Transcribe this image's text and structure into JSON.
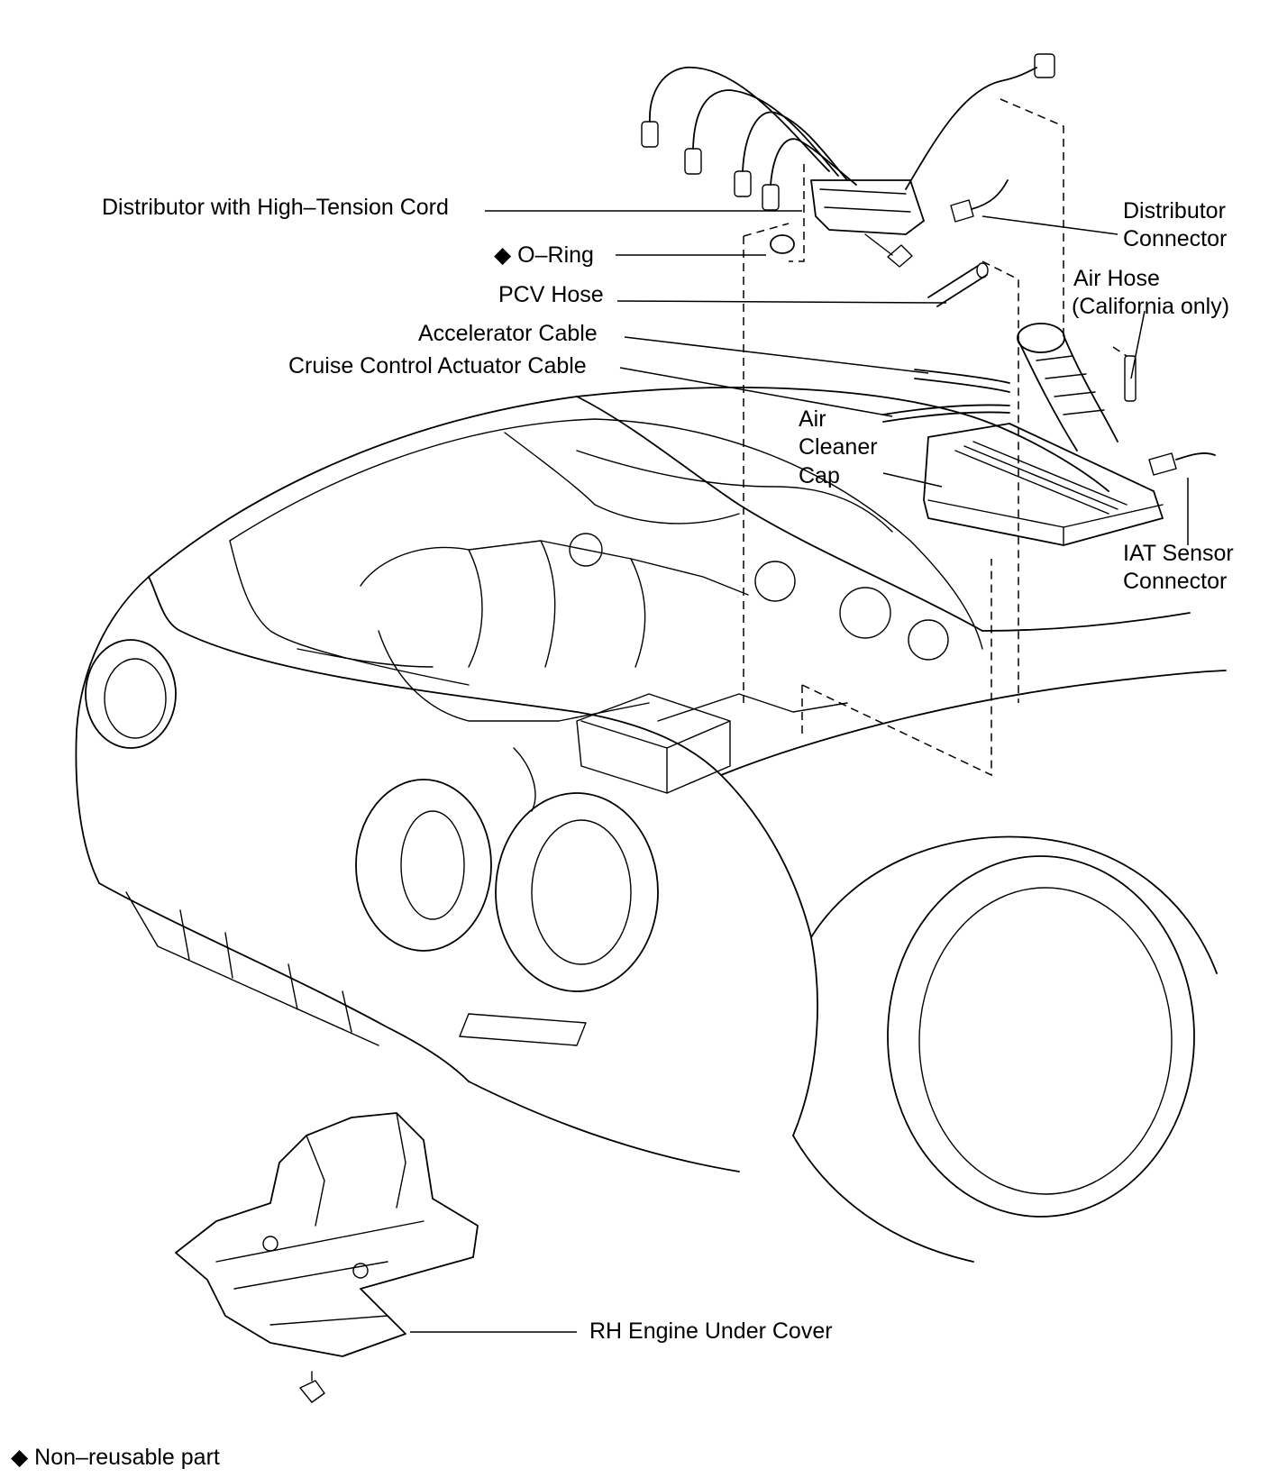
{
  "diagram": {
    "labels": {
      "distributor": "Distributor with High–Tension Cord",
      "o_ring": "◆ O–Ring",
      "pcv_hose": "PCV Hose",
      "accelerator_cable": "Accelerator Cable",
      "cruise_cable": "Cruise Control Actuator Cable",
      "distributor_connector_1": "Distributor",
      "distributor_connector_2": "Connector",
      "air_hose_1": "Air Hose",
      "air_hose_2": "(California only)",
      "air_cleaner_1": "Air",
      "air_cleaner_2": "Cleaner",
      "air_cleaner_3": "Cap",
      "iat_1": "IAT Sensor",
      "iat_2": "Connector",
      "under_cover": "RH Engine Under Cover",
      "legend": "◆ Non–reusable part"
    }
  }
}
